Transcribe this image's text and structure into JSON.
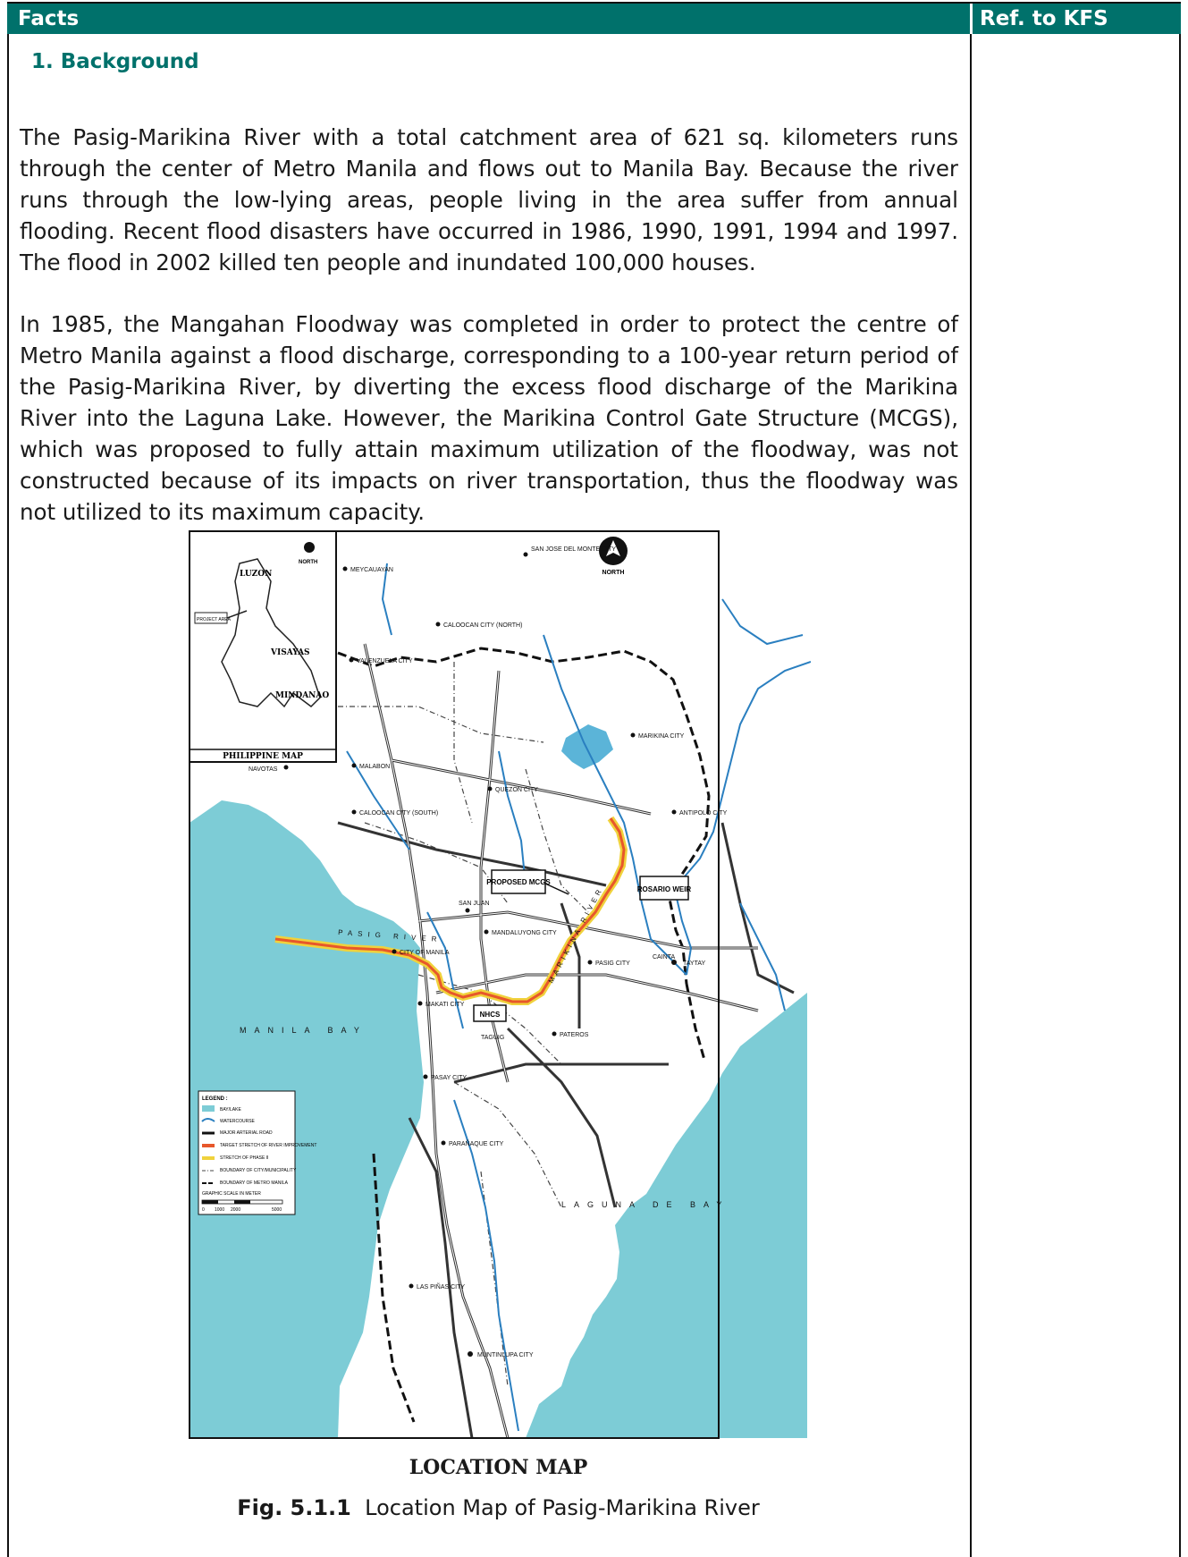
{
  "header": {
    "facts": "Facts",
    "ref": "Ref. to KFS"
  },
  "section": {
    "title": "1. Background"
  },
  "paragraphs": [
    "The Pasig-Marikina River with a total catchment area of 621 sq. kilometers runs through the center of Metro Manila and flows out to Manila Bay. Because the river runs through the low-lying areas, people living in the area suffer from annual flooding. Recent flood disasters have occurred in 1986, 1990, 1991, 1994 and 1997. The flood in 2002 killed ten people and inundated 100,000 houses.",
    "In 1985, the Mangahan Floodway was completed in order to protect the centre of Metro Manila against a flood discharge, corresponding to a 100-year return period of the Pasig-Marikina River, by diverting the excess flood discharge of the Marikina River into the Laguna Lake. However, the Marikina Control Gate Structure (MCGS), which was proposed to fully attain maximum utilization of the floodway, was not constructed because of its impacts on river transportation, thus the floodway was not utilized to its maximum capacity."
  ],
  "map": {
    "title": "LOCATION MAP",
    "inset": {
      "title": "PHILIPPINE MAP",
      "labels": [
        "LUZON",
        "VISAYAS",
        "MINDANAO",
        "PROJECT AREA",
        "NORTH"
      ]
    },
    "north": "NORTH",
    "places": [
      "SAN JOSE DEL MONTE CITY",
      "MEYCAUAYAN",
      "CALOOCAN CITY (NORTH)",
      "VALENZUELA CITY",
      "MARIKINA CITY",
      "NAVOTAS",
      "MALABON",
      "QUEZON CITY",
      "ANTIPOLO CITY",
      "CALOOCAN CITY (SOUTH)",
      "PROPOSED MCGS",
      "ROSARIO WEIR",
      "SAN JUAN",
      "MANDALUYONG CITY",
      "CITY OF MANILA",
      "PASIG CITY",
      "CAINTA",
      "TAYTAY",
      "MAKATI CITY",
      "NHCS",
      "PATEROS",
      "TAGUIG",
      "PASAY CITY",
      "PARAÑAQUE CITY",
      "LAS PIÑAS CITY",
      "MUNTINLUPA CITY"
    ],
    "water_labels": [
      "MANILA BAY",
      "LAGUNA DE BAY",
      "PASIG RIVER",
      "MARIKINA RIVER"
    ],
    "legend": {
      "title": "LEGEND :",
      "items": [
        "BAY/LAKE",
        "WATERCOURSE",
        "MAJOR ARTERIAL ROAD",
        "TARGET STRETCH OF RIVER IMPROVEMENT",
        "STRETCH OF PHASE II",
        "BOUNDARY OF CITY/MUNICIPALITY",
        "BOUNDARY OF METRO MANILA"
      ],
      "scale_label": "GRAPHIC SCALE IN METER",
      "scale_ticks": [
        "0",
        "1000",
        "2000",
        "5000"
      ]
    }
  },
  "caption": {
    "number": "Fig. 5.1.1",
    "text": "Location Map of Pasig-Marikina River"
  },
  "colors": {
    "header_bg": "#00716b",
    "water": "#7dccd6",
    "river": "#2a7fc0",
    "target_river": "#e7572b",
    "phase2": "#f0d23c"
  }
}
